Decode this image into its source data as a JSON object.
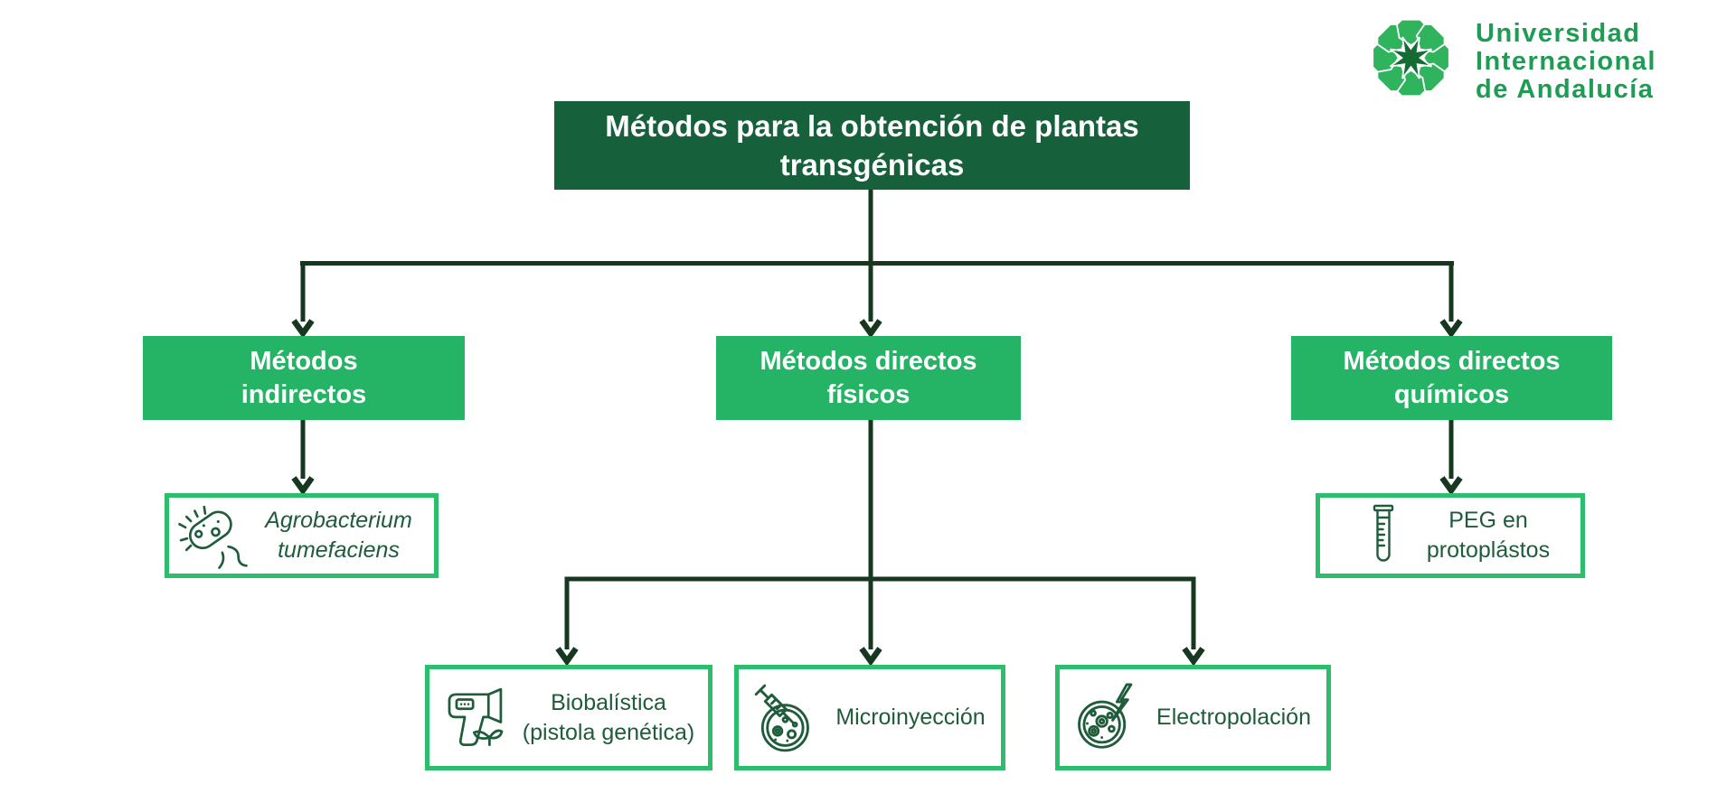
{
  "page": {
    "background": "#FFFFFF"
  },
  "colors": {
    "title_bg": "#16613C",
    "title_text": "#FFFFFF",
    "node_bg": "#25B365",
    "node_text": "#FFFFFF",
    "leaf_border": "#2CBE6C",
    "leaf_bg": "#FFFFFF",
    "leaf_text": "#1E5C3A",
    "icon_stroke": "#1E5C3A",
    "connector": "#15381F",
    "logo_petal": "#2FB45D",
    "logo_center": "#156B34",
    "logo_text": "#1F9C53"
  },
  "logo": {
    "institution": "Universidad Internacional de Andalucía",
    "lines": [
      "Universidad",
      "Internacional",
      "de Andalucía"
    ],
    "icon": "unia-rosette-icon"
  },
  "diagram": {
    "root": {
      "label": "Métodos para la obtención de plantas\ntransgénicas"
    },
    "branches": [
      {
        "id": "indirectos",
        "label": "Métodos\nindirectos"
      },
      {
        "id": "directos-fisicos",
        "label": "Métodos directos\nfísicos"
      },
      {
        "id": "directos-quimicos",
        "label": "Métodos directos\nquímicos"
      }
    ],
    "leaves": [
      {
        "id": "agrobacterium",
        "label": "Agrobacterium\ntumefaciens",
        "icon": "bacterium-icon",
        "parent": "indirectos"
      },
      {
        "id": "biobalistica",
        "label": "Biobalística\n(pistola genética)",
        "icon": "gene-gun-icon",
        "parent": "directos-fisicos"
      },
      {
        "id": "microinyeccion",
        "label": "Microinyección",
        "icon": "syringe-petri-dish-icon",
        "parent": "directos-fisicos"
      },
      {
        "id": "electropolacion",
        "label": "Electropolación",
        "icon": "petri-dish-lightning-icon",
        "parent": "directos-fisicos"
      },
      {
        "id": "peg",
        "label": "PEG en\nprotoplástos",
        "icon": "test-tube-icon",
        "parent": "directos-quimicos"
      }
    ]
  }
}
